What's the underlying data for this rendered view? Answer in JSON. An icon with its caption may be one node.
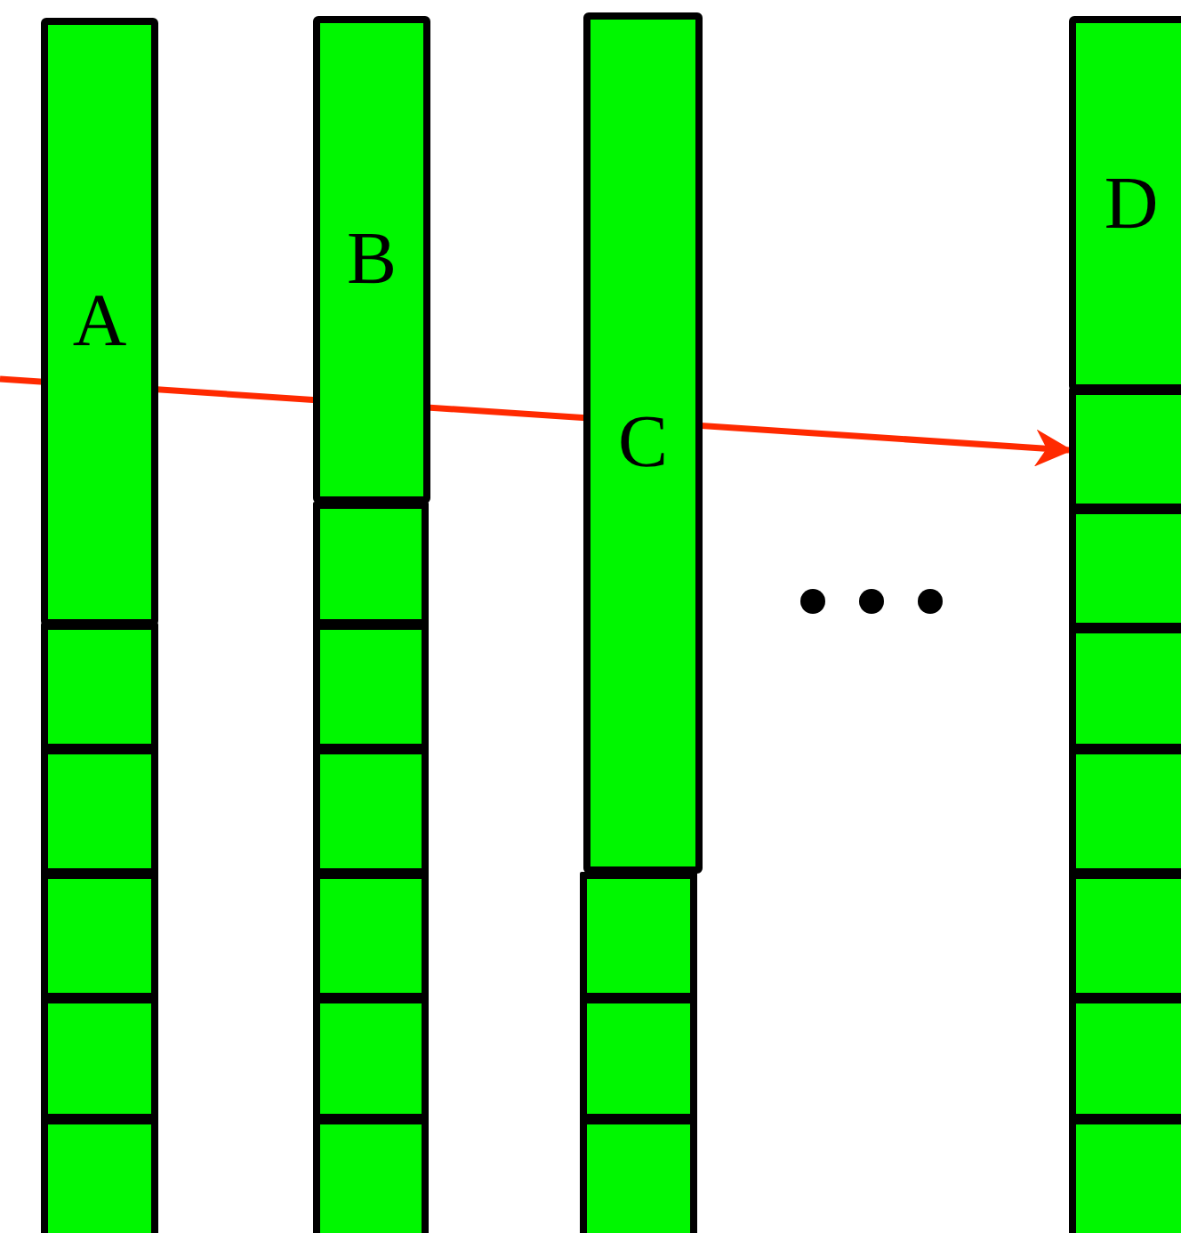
{
  "diagram": {
    "nodes": [
      {
        "text": [
          "A"
        ]
      },
      {
        "text": [],
        "shape": "box"
      },
      {
        "text": [],
        "shape": "box"
      },
      {
        "text": [],
        "shape": "box"
      },
      {
        "text": [],
        "shape": "box"
      },
      {
        "text": [],
        "shape": "box"
      },
      {
        "text": [
          "B"
        ]
      },
      {
        "text": [],
        "shape": "box"
      },
      {
        "text": [],
        "shape": "box"
      },
      {
        "text": [],
        "shape": "box"
      },
      {
        "text": [],
        "shape": "box"
      },
      {
        "text": [],
        "shape": "box"
      },
      {
        "text": [],
        "shape": "box"
      },
      {
        "text": [
          "C"
        ]
      },
      {
        "text": [],
        "shape": "box"
      },
      {
        "text": [],
        "shape": "box"
      },
      {
        "text": [],
        "shape": "box"
      },
      {
        "text": [
          "D"
        ]
      },
      {
        "text": [],
        "shape": "box"
      },
      {
        "text": [],
        "shape": "box"
      },
      {
        "text": [],
        "shape": "box"
      },
      {
        "text": [],
        "shape": "box"
      },
      {
        "text": [],
        "shape": "box"
      },
      {
        "text": [],
        "shape": "box"
      },
      {
        "text": [],
        "shape": "box"
      }
    ],
    "edges": [
      {
        "from": null,
        "to": 18,
        "arrow": "to",
        "color": "#ff2a00"
      }
    ]
  }
}
